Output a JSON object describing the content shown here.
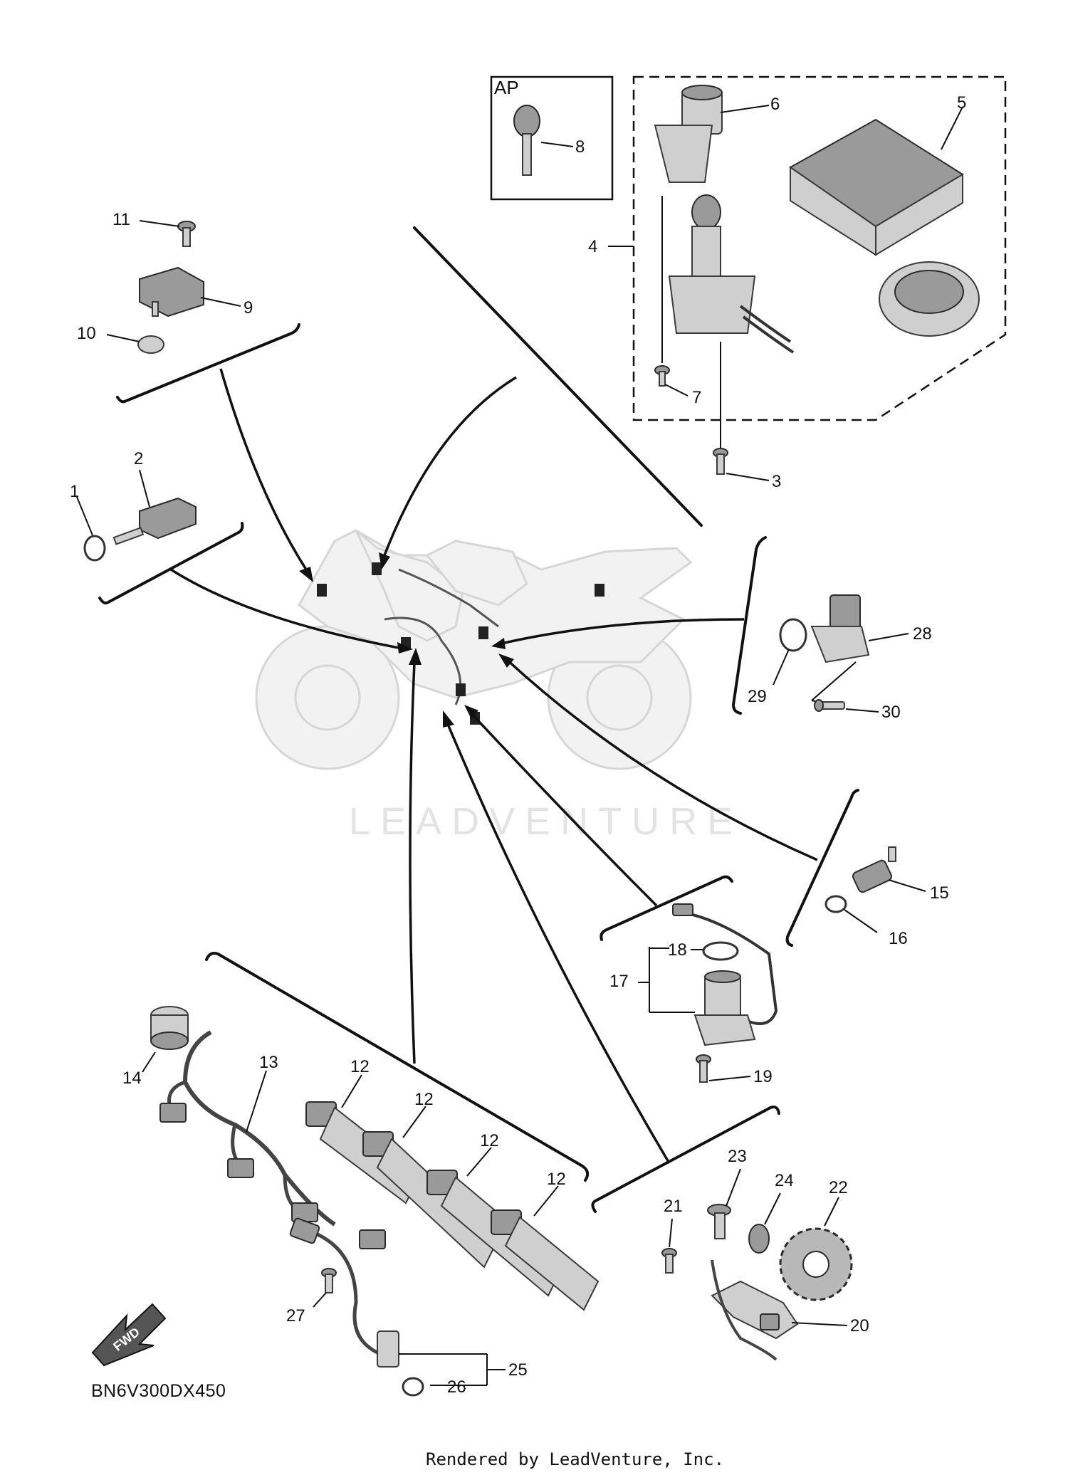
{
  "diagram": {
    "drawing_code": "BN6V300DX450",
    "footer": "Rendered by LeadVenture, Inc.",
    "watermark": "LEADVENTURE",
    "ap_label": "AP",
    "fwd_label": "FWD",
    "callouts": [
      {
        "id": "c1",
        "text": "1"
      },
      {
        "id": "c2",
        "text": "2"
      },
      {
        "id": "c3",
        "text": "3"
      },
      {
        "id": "c4",
        "text": "4"
      },
      {
        "id": "c5",
        "text": "5"
      },
      {
        "id": "c6",
        "text": "6"
      },
      {
        "id": "c7",
        "text": "7"
      },
      {
        "id": "c8",
        "text": "8"
      },
      {
        "id": "c9",
        "text": "9"
      },
      {
        "id": "c10",
        "text": "10"
      },
      {
        "id": "c11",
        "text": "11"
      },
      {
        "id": "c12a",
        "text": "12"
      },
      {
        "id": "c12b",
        "text": "12"
      },
      {
        "id": "c12c",
        "text": "12"
      },
      {
        "id": "c12d",
        "text": "12"
      },
      {
        "id": "c13",
        "text": "13"
      },
      {
        "id": "c14",
        "text": "14"
      },
      {
        "id": "c15",
        "text": "15"
      },
      {
        "id": "c16",
        "text": "16"
      },
      {
        "id": "c17",
        "text": "17"
      },
      {
        "id": "c18",
        "text": "18"
      },
      {
        "id": "c19",
        "text": "19"
      },
      {
        "id": "c20",
        "text": "20"
      },
      {
        "id": "c21",
        "text": "21"
      },
      {
        "id": "c22",
        "text": "22"
      },
      {
        "id": "c23",
        "text": "23"
      },
      {
        "id": "c24",
        "text": "24"
      },
      {
        "id": "c25",
        "text": "25"
      },
      {
        "id": "c26",
        "text": "26"
      },
      {
        "id": "c27",
        "text": "27"
      },
      {
        "id": "c28",
        "text": "28"
      },
      {
        "id": "c29",
        "text": "29"
      },
      {
        "id": "c30",
        "text": "30"
      }
    ]
  }
}
